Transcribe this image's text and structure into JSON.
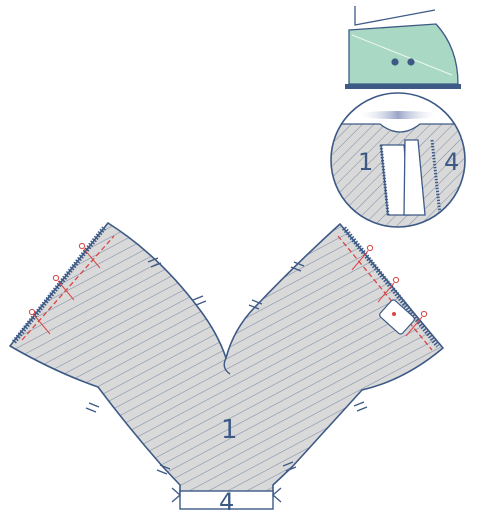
{
  "colors": {
    "outline": "#3d5a86",
    "fabric_fill": "#d9d9d9",
    "hatch": "#7c8ca6",
    "iron_plate": "#a9d8c4",
    "iron_base": "#3d5a86",
    "pin_marks": "#d94646",
    "steam": "#9aa6c8",
    "background": "#ffffff"
  },
  "icons": {
    "iron": "iron-icon",
    "magnifier": "magnifier-circle",
    "pins": "pin-icon",
    "serger_edge": "zigzag-edge"
  },
  "labels": {
    "main_piece": "1",
    "hem_band": "4",
    "detail_left": "1",
    "detail_right": "4"
  }
}
